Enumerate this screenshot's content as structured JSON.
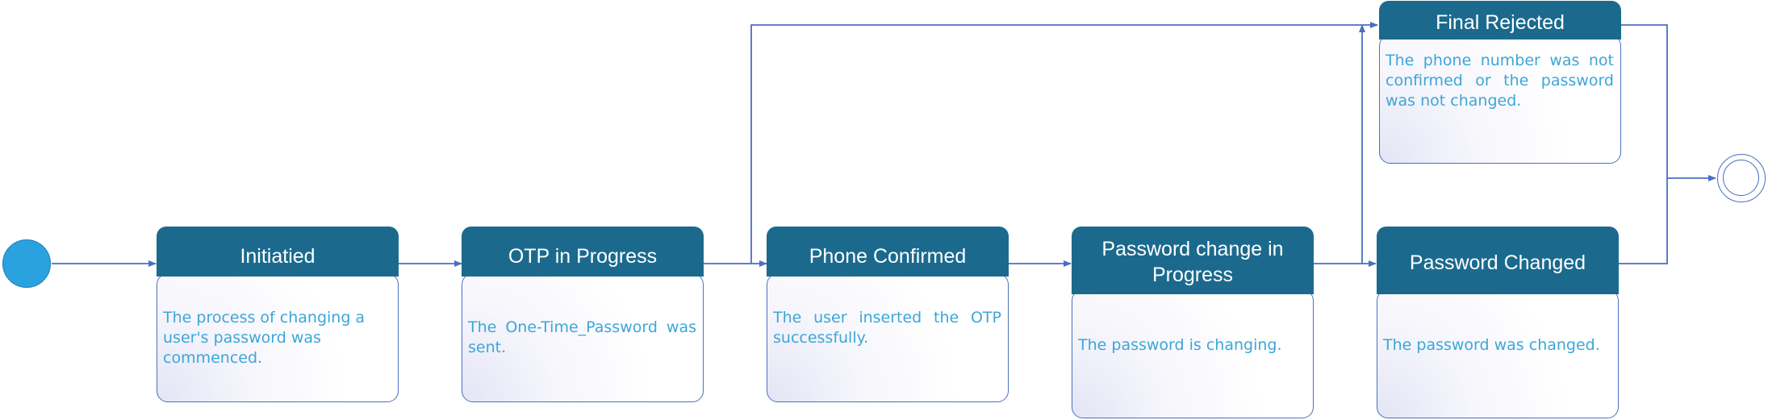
{
  "diagram": {
    "colors": {
      "header": "#1b6a8e",
      "header_text": "#ffffff",
      "body_text": "#3ca6d8",
      "connector": "#4a6fc1",
      "start_node": "#2aa2e0"
    },
    "states": [
      {
        "title": "Initiatied",
        "description": "The process of changing a user's password was commenced."
      },
      {
        "title": "OTP in Progress",
        "description": "The One-Time_Password was sent."
      },
      {
        "title": "Phone Confirmed",
        "description": "The user inserted the OTP successfully."
      },
      {
        "title": "Password change in Progress",
        "description": "The password is changing."
      },
      {
        "title": "Password Changed",
        "description": "The password was changed."
      },
      {
        "title": "Final Rejected",
        "description": "The phone number was not confirmed or the password was not changed."
      }
    ]
  }
}
